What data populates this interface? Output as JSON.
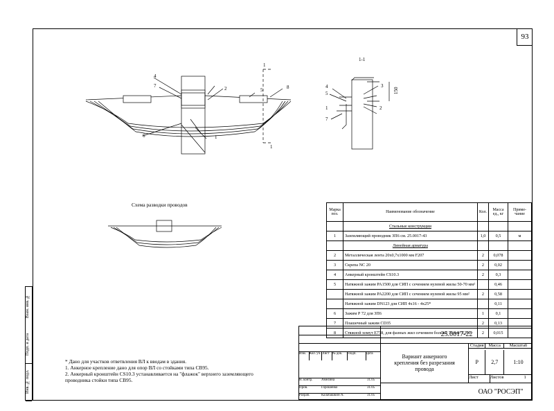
{
  "sheet_number": "93",
  "side_stamp": {
    "labels": [
      "Взам. инв. №",
      "Подп. и дата",
      "Инв. № подл."
    ]
  },
  "section_label": "1-1",
  "section_mark": "1",
  "dimension": "150",
  "scheme_title": "Схема разводки проводов",
  "drawing_callouts": [
    "4",
    "7",
    "2",
    "5",
    "8",
    "6",
    "1",
    "3"
  ],
  "spec_table": {
    "headers": [
      "Марка поз.",
      "Наименование обозначение",
      "Кол.",
      "Масса ед., кг",
      "Приме- чание"
    ],
    "rows": [
      {
        "pos": "",
        "name": "Стальные конструкции",
        "qty": "",
        "mass": "",
        "note": "",
        "section": true
      },
      {
        "pos": "1",
        "name": "Заземляющий проводник ЗП6 см. 25.0017-43",
        "qty": "1,0",
        "mass": "0,5",
        "note": "м"
      },
      {
        "pos": "",
        "name": "Линейная арматура",
        "qty": "",
        "mass": "",
        "note": "",
        "section": true
      },
      {
        "pos": "2",
        "name": "Металлическая лента 20х0,7х1000 мм F207",
        "qty": "2",
        "mass": "0,078",
        "note": ""
      },
      {
        "pos": "3",
        "name": "Скрепа NC 20",
        "qty": "2",
        "mass": "0,02",
        "note": ""
      },
      {
        "pos": "4",
        "name": "Анкерный кронштейн CS10.3",
        "qty": "2",
        "mass": "0,3",
        "note": ""
      },
      {
        "pos": "5",
        "name": "Натяжной зажим PA1500 для СИП с сечением нулевой жилы 50-70 мм²",
        "qty": "",
        "mass": "0,46",
        "note": ""
      },
      {
        "pos": "",
        "name": "Натяжной зажим PA2200 для СИП с сечением нулевой жилы 95 мм²",
        "qty": "2",
        "mass": "0,58",
        "note": ""
      },
      {
        "pos": "",
        "name": "Натяжной зажим DN123 для СИП 4х16 - 4х25*",
        "qty": "",
        "mass": "0,11",
        "note": ""
      },
      {
        "pos": "6",
        "name": "Зажим Р 72 для ЗП6",
        "qty": "1",
        "mass": "0,1",
        "note": ""
      },
      {
        "pos": "7",
        "name": "Плашечный зажим CD35",
        "qty": "2",
        "mass": "0,13",
        "note": ""
      },
      {
        "pos": "8",
        "name": "Стяжной хомут Е778, для фазных жил сечением больше 70 мм² Е260",
        "qty": "2",
        "mass": "0,015",
        "note": ""
      }
    ]
  },
  "notes": [
    "* Дано для участков ответвления ВЛ к вводам в здания.",
    "1. Анкерное крепление дано для опор ВЛ со стойками типа СВ95.",
    "2. Анкерный кронштейн CS10.3 устанавливается на \"флажок\" верхнего заземляющего",
    "проводника стойки типа СВ95."
  ],
  "title_block": {
    "doc_code": "25.0017-22",
    "title": "Вариант анкерного крепления без разрезания провода",
    "stage_label": "Стадия",
    "mass_label": "Масса",
    "scale_label": "Масштаб",
    "stage": "Р",
    "mass": "2,7",
    "scale": "1:10",
    "sheet_label": "Лист",
    "sheets_label": "Листов",
    "sheets": "1",
    "company": "ОАО \"РОСЭП\"",
    "col_headers": [
      "Изм.",
      "Кол. уч.",
      "Лист",
      "№ док.",
      "Подп.",
      "Дата"
    ],
    "signers": [
      {
        "role": "Н. контр.",
        "name": "Амелина",
        "date": "31.05"
      },
      {
        "role": "Пров.",
        "name": "Горошенко",
        "date": "31.05"
      },
      {
        "role": "Разраб.",
        "name": "Калабашкин А.",
        "date": "31.05"
      }
    ]
  }
}
